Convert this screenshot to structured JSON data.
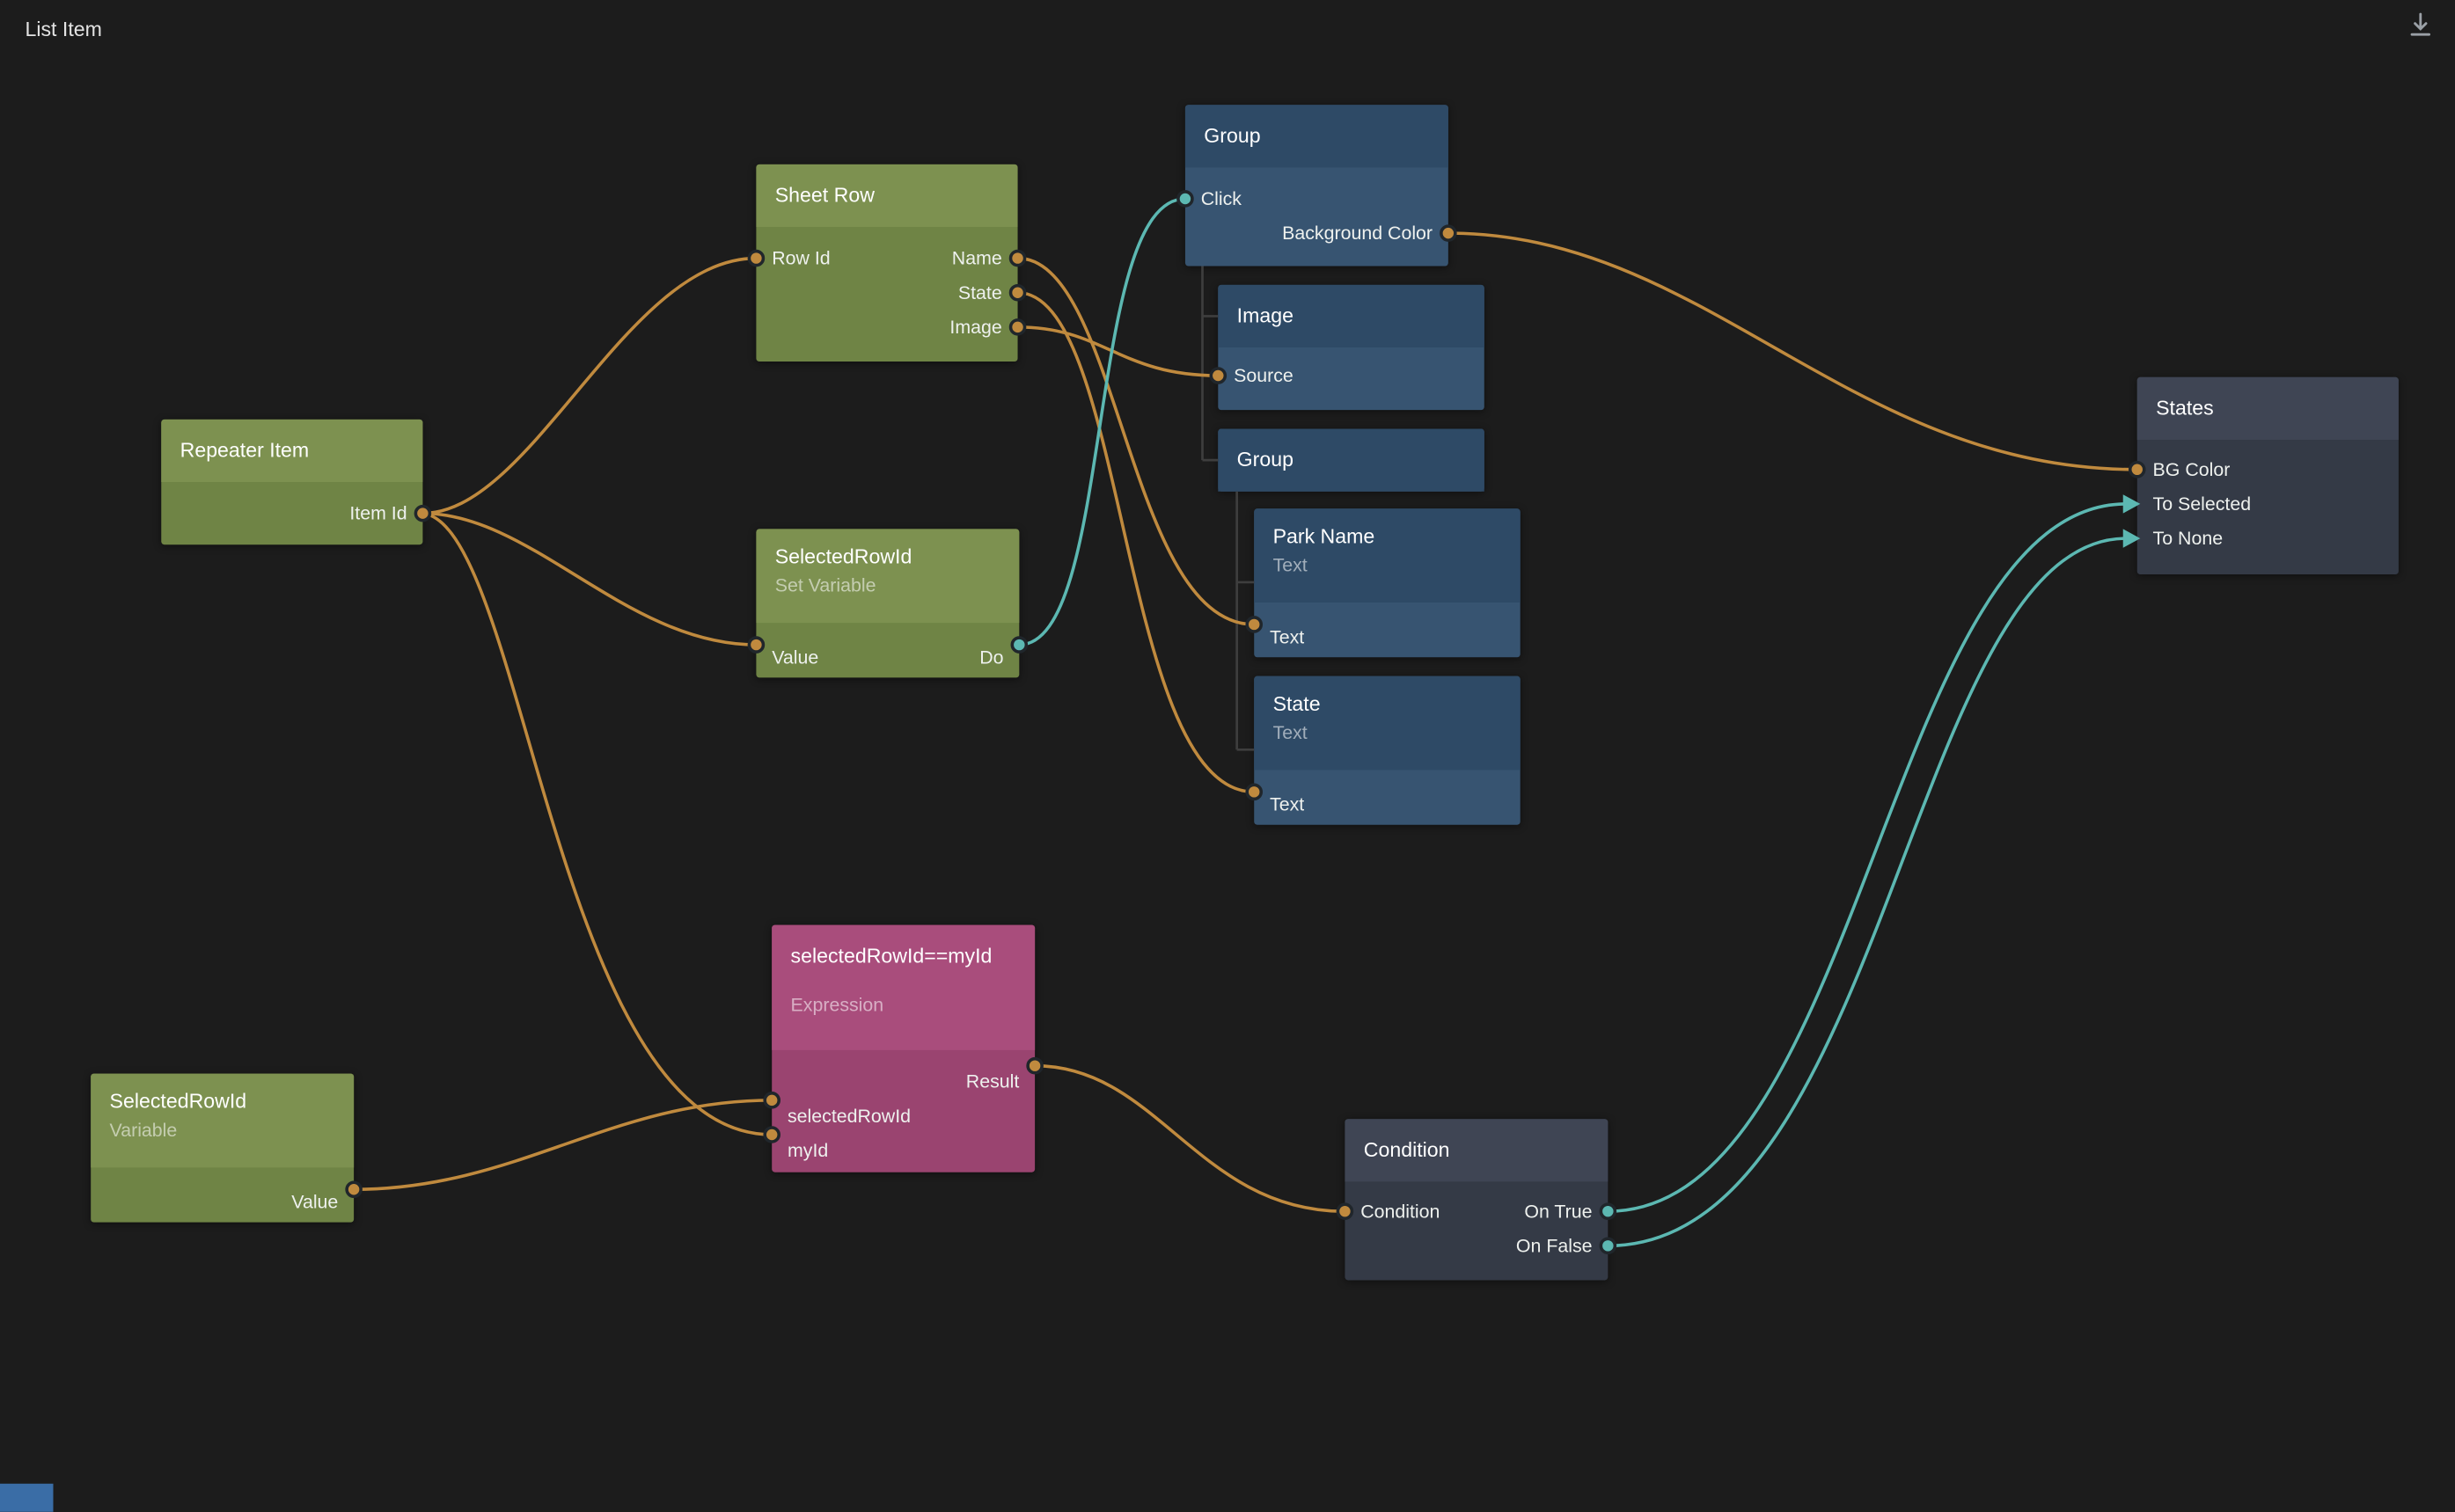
{
  "page": {
    "title": "List Item"
  },
  "toolbar": {
    "download_icon": "import-download"
  },
  "colors": {
    "bg": "#1c1c1c",
    "green-header": "#7d9150",
    "green-body": "#6f8445",
    "blue-header": "#2e4a66",
    "blue-body": "#375471",
    "magenta-header": "#a94d7c",
    "magenta-body": "#9a4470",
    "gray-header": "#3f4554",
    "gray-body": "#343a46",
    "wire-orange": "#c08a3e",
    "wire-teal": "#5cb8b2"
  },
  "nodes": {
    "sheet_row": {
      "title": "Sheet Row",
      "input_row_id": "Row Id",
      "output_name": "Name",
      "output_state": "State",
      "output_image": "Image"
    },
    "repeater_item": {
      "title": "Repeater Item",
      "output_item_id": "Item Id"
    },
    "set_variable": {
      "title": "SelectedRowId",
      "subtitle": "Set Variable",
      "input_value": "Value",
      "output_do": "Do"
    },
    "group_top": {
      "title": "Group",
      "input_click": "Click",
      "input_background_color": "Background Color"
    },
    "image": {
      "title": "Image",
      "input_source": "Source"
    },
    "group_inner": {
      "title": "Group"
    },
    "park_name": {
      "title": "Park Name",
      "subtitle": "Text",
      "input_text": "Text"
    },
    "state": {
      "title": "State",
      "subtitle": "Text",
      "input_text": "Text"
    },
    "expression": {
      "title": "selectedRowId==myId",
      "subtitle": "Expression",
      "output_result": "Result",
      "input_selected_row_id": "selectedRowId",
      "input_my_id": "myId"
    },
    "variable": {
      "title": "SelectedRowId",
      "subtitle": "Variable",
      "output_value": "Value"
    },
    "condition": {
      "title": "Condition",
      "input_condition": "Condition",
      "output_on_true": "On True",
      "output_on_false": "On False"
    },
    "states": {
      "title": "States",
      "input_bg_color": "BG Color",
      "input_to_selected": "To Selected",
      "input_to_none": "To None"
    }
  },
  "connections": [
    {
      "from": "Repeater Item.Item Id",
      "to": "Sheet Row.Row Id",
      "type": "data"
    },
    {
      "from": "Repeater Item.Item Id",
      "to": "SelectedRowId (Set Variable).Value",
      "type": "data"
    },
    {
      "from": "Repeater Item.Item Id",
      "to": "selectedRowId==myId.myId",
      "type": "data"
    },
    {
      "from": "Sheet Row.Name",
      "to": "Park Name.Text",
      "type": "data"
    },
    {
      "from": "Sheet Row.State",
      "to": "State.Text",
      "type": "data"
    },
    {
      "from": "Sheet Row.Image",
      "to": "Image.Source",
      "type": "data"
    },
    {
      "from": "SelectedRowId (Set Variable).Do",
      "to": "Group.Click",
      "type": "signal"
    },
    {
      "from": "States.BG Color",
      "to": "Group.Background Color",
      "type": "data"
    },
    {
      "from": "selectedRowId==myId.Result",
      "to": "Condition.Condition",
      "type": "data"
    },
    {
      "from": "SelectedRowId (Variable).Value",
      "to": "selectedRowId==myId.selectedRowId",
      "type": "data"
    },
    {
      "from": "Condition.On True",
      "to": "States.To Selected",
      "type": "signal"
    },
    {
      "from": "Condition.On False",
      "to": "States.To None",
      "type": "signal"
    }
  ]
}
